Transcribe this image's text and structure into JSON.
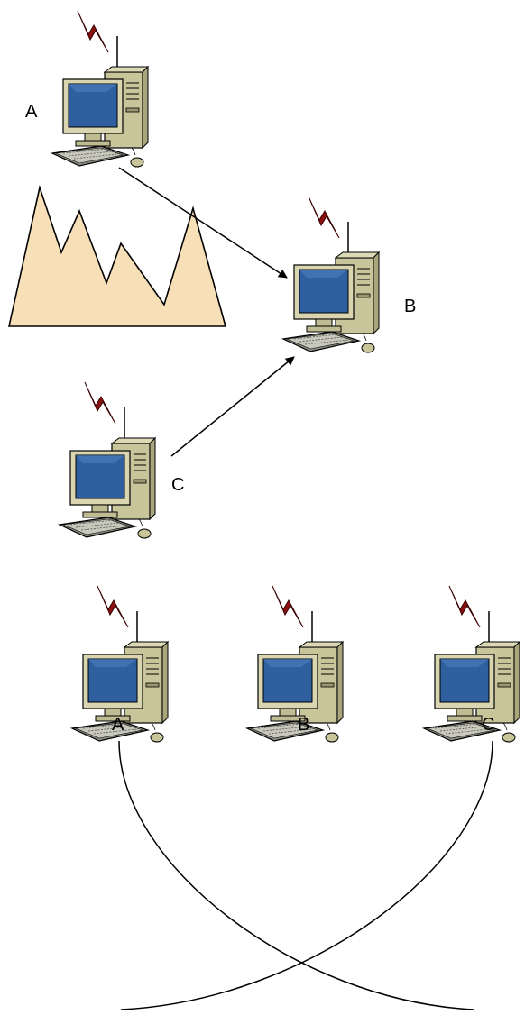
{
  "nodes": {
    "top_a": {
      "label": "A"
    },
    "top_b": {
      "label": "B"
    },
    "top_c": {
      "label": "C"
    },
    "bottom_a": {
      "label": "A"
    },
    "bottom_b": {
      "label": "B"
    },
    "bottom_c": {
      "label": "C"
    }
  },
  "icons": {
    "computer": "computer-icon",
    "signal": "wireless-signal-icon",
    "obstacle": "mountain-obstacle-icon"
  },
  "colors": {
    "screen": "#2f5f9e",
    "case": "#c9c59a",
    "lightning": "#8b1010",
    "mountain": "#f7dfb7",
    "line": "#000000"
  }
}
